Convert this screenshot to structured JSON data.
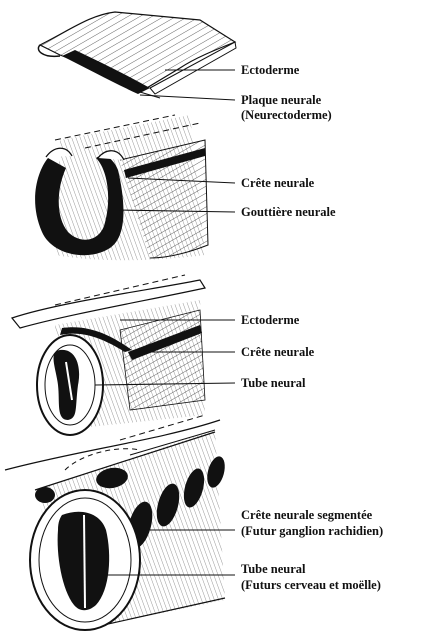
{
  "stage1": {
    "ectoderme": "Ectoderme",
    "plaque_line1": "Plaque neurale",
    "plaque_line2": "(Neurectoderme)"
  },
  "stage2": {
    "crete": "Crête neurale",
    "gouttiere": "Gouttière neurale"
  },
  "stage3": {
    "ectoderme": "Ectoderme",
    "crete": "Crête neurale",
    "tube": "Tube neural"
  },
  "stage4": {
    "crete_line1": "Crête neurale segmentée",
    "crete_line2": "(Futur ganglion rachidien)",
    "tube_line1": "Tube neural",
    "tube_line2": "(Futurs cerveau et moëlle)"
  },
  "colors": {
    "ink": "#111111",
    "paper": "#ffffff"
  }
}
